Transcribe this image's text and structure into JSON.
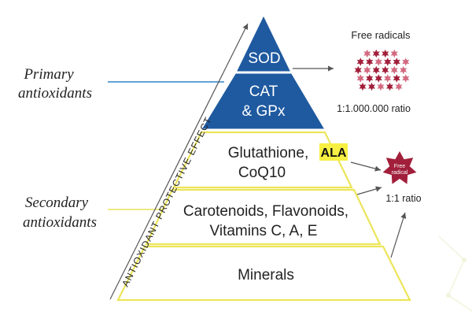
{
  "left_labels": {
    "primary": [
      "Primary",
      "antioxidants"
    ],
    "secondary": [
      "Secondary",
      "antioxidants"
    ]
  },
  "axis_label": "ANTIOXIDANT PROTECTIVE EFFECT",
  "tiers": {
    "sod": "SOD",
    "cat": [
      "CAT",
      "& GPx"
    ],
    "glutathione": [
      "Glutathione,",
      "CoQ10"
    ],
    "ala_badge": "ALA",
    "carotenoids": [
      "Carotenoids, Flavonoids,",
      "Vitamins C, A, E"
    ],
    "minerals": "Minerals"
  },
  "right": {
    "free_radicals_title": "Free radicals",
    "ratio_primary": "1:1.000.000 ratio",
    "single_radical_label": [
      "Free",
      "radical"
    ],
    "ratio_secondary": "1:1 ratio"
  },
  "colors": {
    "primary_fill": "#1f5aa0",
    "tier_outline": "#ece55a",
    "primary_line": "#2e86c9",
    "secondary_line": "#e9e25a",
    "radical_dark": "#a11f3a",
    "radical_light": "#d26a80",
    "arrow": "#555555",
    "text": "#222222"
  }
}
